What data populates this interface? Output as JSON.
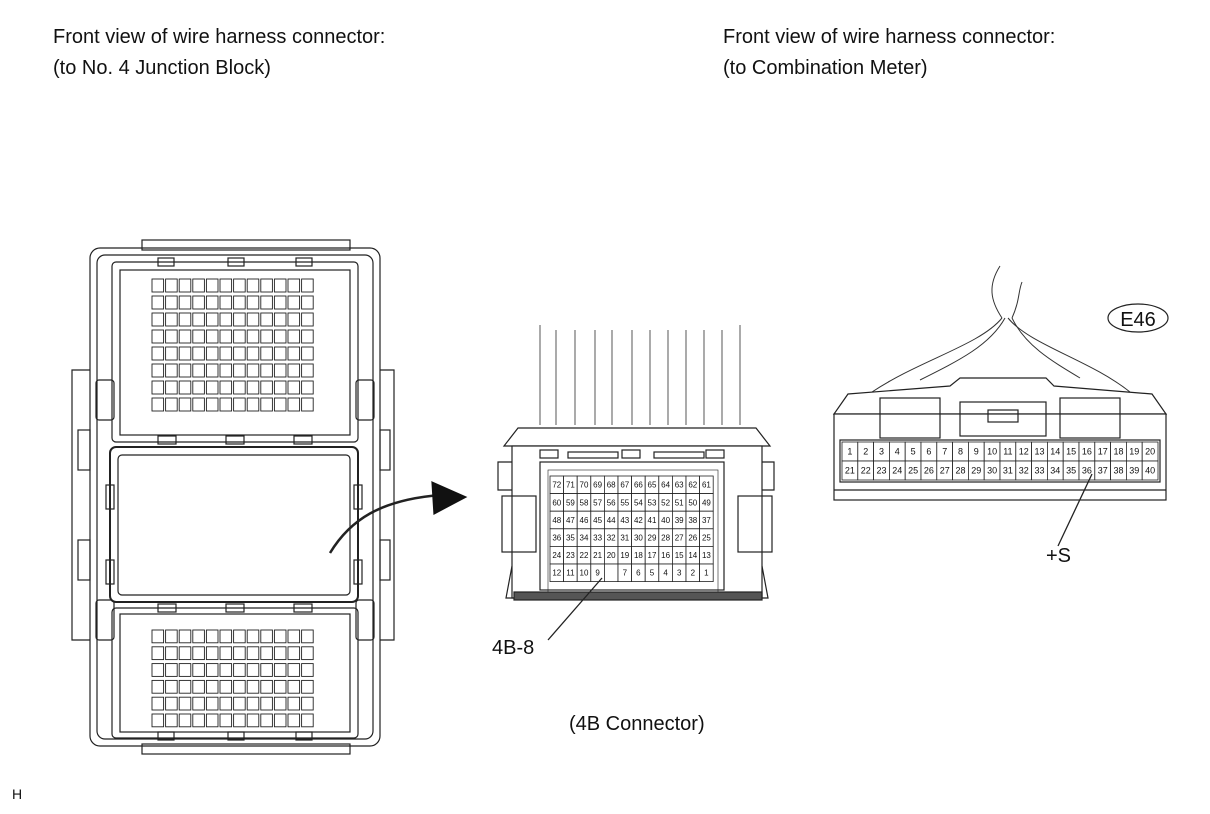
{
  "headers": {
    "left": {
      "line1": "Front view of wire harness connector:",
      "line2": "(to No. 4 Junction Block)"
    },
    "right": {
      "line1": "Front view of wire harness connector:",
      "line2": "(to Combination Meter)"
    }
  },
  "connector_4b": {
    "caption": "(4B Connector)",
    "callout": "4B-8",
    "rows": [
      [
        "72",
        "71",
        "70",
        "69",
        "68",
        "67",
        "66",
        "65",
        "64",
        "63",
        "62",
        "61"
      ],
      [
        "60",
        "59",
        "58",
        "57",
        "56",
        "55",
        "54",
        "53",
        "52",
        "51",
        "50",
        "49"
      ],
      [
        "48",
        "47",
        "46",
        "45",
        "44",
        "43",
        "42",
        "41",
        "40",
        "39",
        "38",
        "37"
      ],
      [
        "36",
        "35",
        "34",
        "33",
        "32",
        "31",
        "30",
        "29",
        "28",
        "27",
        "26",
        "25"
      ],
      [
        "24",
        "23",
        "22",
        "21",
        "20",
        "19",
        "18",
        "17",
        "16",
        "15",
        "14",
        "13"
      ],
      [
        "12",
        "11",
        "10",
        "9",
        "",
        "7",
        "6",
        "5",
        "4",
        "3",
        "2",
        "1"
      ]
    ]
  },
  "connector_e46": {
    "code": "E46",
    "callout": "+S",
    "rows": [
      [
        "1",
        "2",
        "3",
        "4",
        "5",
        "6",
        "7",
        "8",
        "9",
        "10",
        "11",
        "12",
        "13",
        "14",
        "15",
        "16",
        "17",
        "18",
        "19",
        "20"
      ],
      [
        "21",
        "22",
        "23",
        "24",
        "25",
        "26",
        "27",
        "28",
        "29",
        "30",
        "31",
        "32",
        "33",
        "34",
        "35",
        "36",
        "37",
        "38",
        "39",
        "40"
      ]
    ]
  },
  "corner_mark": "H"
}
